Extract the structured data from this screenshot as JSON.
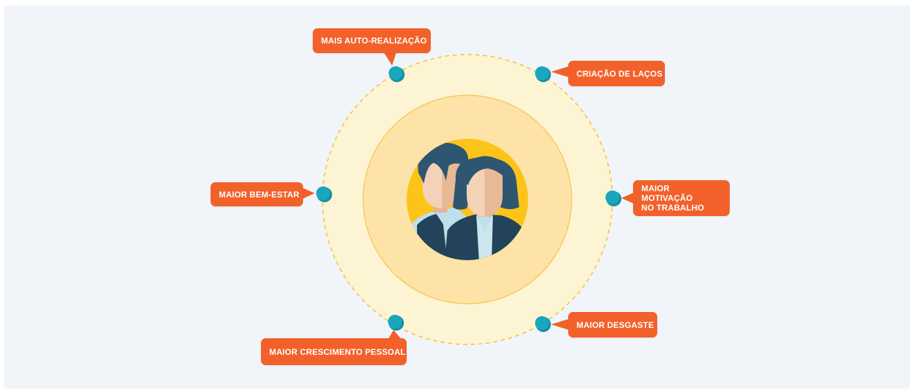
{
  "diagram": {
    "center": {
      "icon": "two-people-avatar-icon"
    },
    "benefits": [
      {
        "id": "auto-realizacao",
        "text": "MAIS AUTO-REALIZAÇÃO"
      },
      {
        "id": "lacos",
        "text": "CRIAÇÃO DE LAÇOS"
      },
      {
        "id": "motivacao",
        "line1": "MAIOR MOTIVAÇÃO",
        "line2": "NO TRABALHO"
      },
      {
        "id": "desgaste",
        "text": "MAIOR DESGASTE"
      },
      {
        "id": "crescimento",
        "text": "MAIOR CRESCIMENTO PESSOAL"
      },
      {
        "id": "bem-estar",
        "text": "MAIOR BEM-ESTAR"
      }
    ]
  },
  "colors": {
    "background": "#f1f5fa",
    "outer_ring": "#fcf4d2",
    "outer_ring_dash": "#f5c243",
    "inner_ring": "#fde3a7",
    "inner_ring_stroke": "#f6c24a",
    "avatar_bg": "#fcc419",
    "label_bg": "#f2612a",
    "dot": "#1aa7bd"
  }
}
